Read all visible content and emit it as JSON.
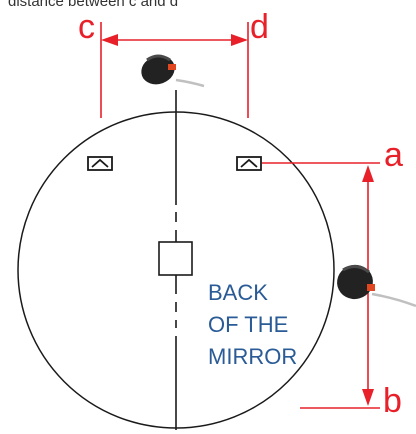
{
  "caption_cut": "distance between c and d",
  "labels": {
    "c": "c",
    "d": "d",
    "a": "a",
    "b": "b"
  },
  "mirror_label": {
    "line1": "BACK",
    "line2": "OF THE",
    "line3": "MIRROR"
  },
  "colors": {
    "measure": "#e8202a",
    "outline": "#1a1a1a",
    "text_blue": "#2a5b96"
  },
  "icons": [
    "tape-measure-icon",
    "hanger-bracket-icon",
    "center-mount-icon"
  ]
}
